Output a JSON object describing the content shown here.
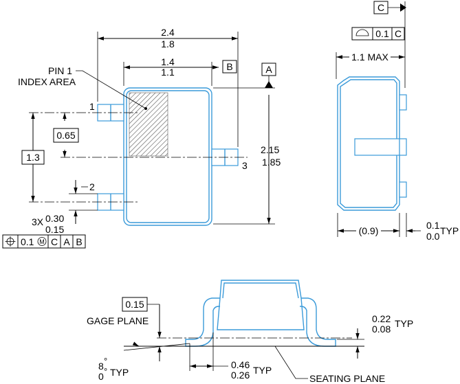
{
  "title": "",
  "top_view": {
    "overall_length_max": "2.4",
    "overall_length_min": "1.8",
    "body_length_max": "1.4",
    "body_length_min": "1.1",
    "datum_b": "B",
    "datum_a": "A",
    "pin1_label_line1": "PIN 1",
    "pin1_label_line2": "INDEX AREA",
    "pin_1": "1",
    "pin_2": "2",
    "pin_3": "3",
    "pitch": "0.65",
    "span": "1.3",
    "height_max": "2.15",
    "height_min": "1.85",
    "lead_count": "3X",
    "lead_width_max": "0.30",
    "lead_width_min": "0.15",
    "fcf_symbol": "⊕",
    "fcf_tolerance": "0.1",
    "fcf_modifier": "M",
    "fcf_datum_1": "C",
    "fcf_datum_2": "A",
    "fcf_datum_3": "B"
  },
  "side_view": {
    "datum_c": "C",
    "flatness_tolerance": "0.1",
    "flatness_datum": "C",
    "height_max": "1.1 MAX",
    "body_thickness": "(0.9)",
    "standoff_max": "0.1",
    "standoff_min": "0.0",
    "standoff_typ": "TYP"
  },
  "detail_view": {
    "gage_value": "0.15",
    "gage_plane_label": "GAGE PLANE",
    "angle_max": "8",
    "angle_min": "0",
    "angle_typ": "TYP",
    "foot_max": "0.46",
    "foot_min": "0.26",
    "foot_typ": "TYP",
    "lead_thk_max": "0.22",
    "lead_thk_min": "0.08",
    "lead_thk_typ": "TYP",
    "seating_plane_label": "SEATING PLANE"
  }
}
